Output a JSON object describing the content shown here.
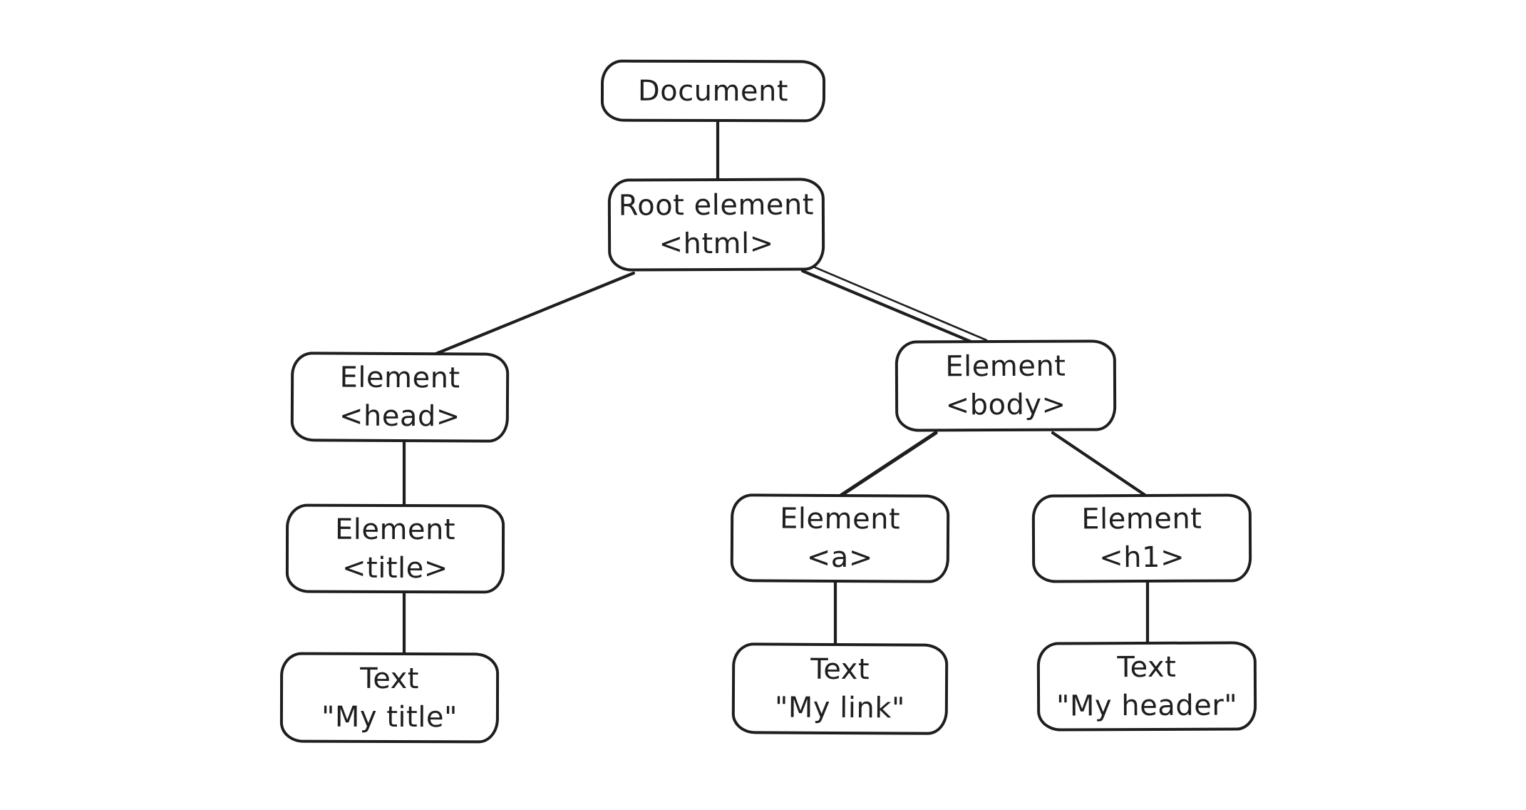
{
  "canvas": {
    "background": "#ffffff",
    "stroke_color": "#1e1e1e"
  },
  "nodes": {
    "document": {
      "label": "Document"
    },
    "root": {
      "line1": "Root element",
      "line2": "<html>"
    },
    "head": {
      "line1": "Element",
      "line2": "<head>"
    },
    "body": {
      "line1": "Element",
      "line2": "<body>"
    },
    "title": {
      "line1": "Element",
      "line2": "<title>"
    },
    "anchor": {
      "line1": "Element",
      "line2": "<a>"
    },
    "h1": {
      "line1": "Element",
      "line2": "<h1>"
    },
    "text_title": {
      "line1": "Text",
      "line2": "\"My title\""
    },
    "text_link": {
      "line1": "Text",
      "line2": "\"My link\""
    },
    "text_header": {
      "line1": "Text",
      "line2": "\"My header\""
    }
  },
  "edges": [
    {
      "from": "document",
      "to": "root"
    },
    {
      "from": "root",
      "to": "head"
    },
    {
      "from": "root",
      "to": "body"
    },
    {
      "from": "head",
      "to": "title"
    },
    {
      "from": "title",
      "to": "text_title"
    },
    {
      "from": "body",
      "to": "anchor"
    },
    {
      "from": "body",
      "to": "h1"
    },
    {
      "from": "anchor",
      "to": "text_link"
    },
    {
      "from": "h1",
      "to": "text_header"
    }
  ]
}
